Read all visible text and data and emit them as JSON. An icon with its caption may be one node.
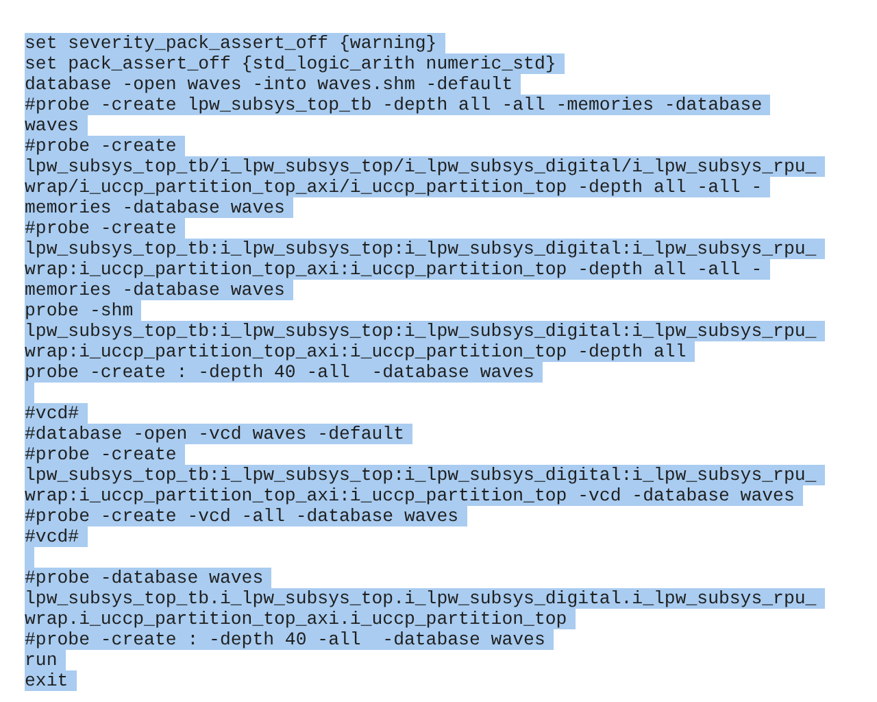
{
  "diagram": {
    "labels": [
      "set severity_pack_assert_off {warning}",
      "set pack_assert_off {std_logic_arith numeric_std}",
      "database -open waves -into waves.shm -default",
      "#probe -create lpw_subsys_top_tb -depth all -all -memories -database",
      "waves",
      "#probe -create",
      "lpw_subsys_top_tb/i_lpw_subsys_top/i_lpw_subsys_digital/i_lpw_subsys_rpu_",
      "wrap/i_uccp_partition_top_axi/i_uccp_partition_top -depth all -all -",
      "memories -database waves",
      "#probe -create",
      "lpw_subsys_top_tb:i_lpw_subsys_top:i_lpw_subsys_digital:i_lpw_subsys_rpu_",
      "wrap:i_uccp_partition_top_axi:i_uccp_partition_top -depth all -all -",
      "memories -database waves",
      "probe -shm",
      "lpw_subsys_top_tb:i_lpw_subsys_top:i_lpw_subsys_digital:i_lpw_subsys_rpu_",
      "wrap:i_uccp_partition_top_axi:i_uccp_partition_top -depth all",
      "probe -create : -depth 40 -all  -database waves",
      "#vcd#",
      "#database -open -vcd waves -default",
      "#probe -create",
      "lpw_subsys_top_tb:i_lpw_subsys_top:i_lpw_subsys_digital:i_lpw_subsys_rpu_",
      "wrap:i_uccp_partition_top_axi:i_uccp_partition_top -vcd -database waves",
      "#probe -create -vcd -all -database waves",
      "#vcd#",
      "#probe -database waves",
      "lpw_subsys_top_tb.i_lpw_subsys_top.i_lpw_subsys_digital.i_lpw_subsys_rpu_",
      "wrap.i_uccp_partition_top_axi.i_uccp_partition_top",
      "#probe -create : -depth 40 -all  -database waves",
      "run",
      "exit"
    ]
  }
}
